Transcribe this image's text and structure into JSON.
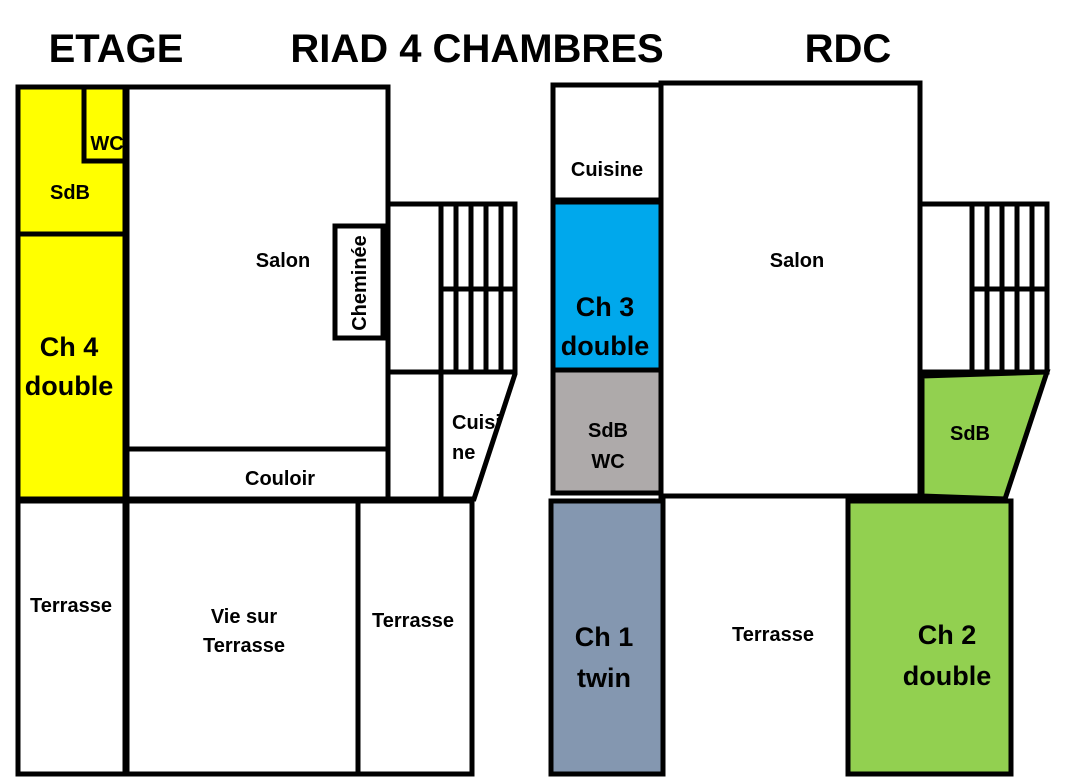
{
  "titles": {
    "left": "ETAGE",
    "center": "RIAD 4 CHAMBRES",
    "right": "RDC"
  },
  "colors": {
    "line": "#000000",
    "background": "#ffffff",
    "ch4": "#ffff00",
    "ch3": "#00a8ec",
    "sdb_wc_rdc": "#aeaaaa",
    "ch1": "#8497b0",
    "ch2_sdb": "#92d050"
  },
  "etage": {
    "wc": "WC",
    "sdb": "SdB",
    "ch4": [
      "Ch 4",
      "double"
    ],
    "salon": "Salon",
    "cheminee": "Cheminée",
    "couloir": "Couloir",
    "cuisine": [
      "Cuisi",
      "ne"
    ],
    "terrasse_left": "Terrasse",
    "vie_sur_terrasse": [
      "Vie sur",
      "Terrasse"
    ],
    "terrasse_right": "Terrasse"
  },
  "rdc": {
    "cuisine": "Cuisine",
    "ch3": [
      "Ch 3",
      "double"
    ],
    "sdb_wc": [
      "SdB",
      "WC"
    ],
    "salon": "Salon",
    "sdb": "SdB",
    "ch1": [
      "Ch 1",
      "twin"
    ],
    "terrasse": "Terrasse",
    "ch2": [
      "Ch 2",
      "double"
    ]
  }
}
